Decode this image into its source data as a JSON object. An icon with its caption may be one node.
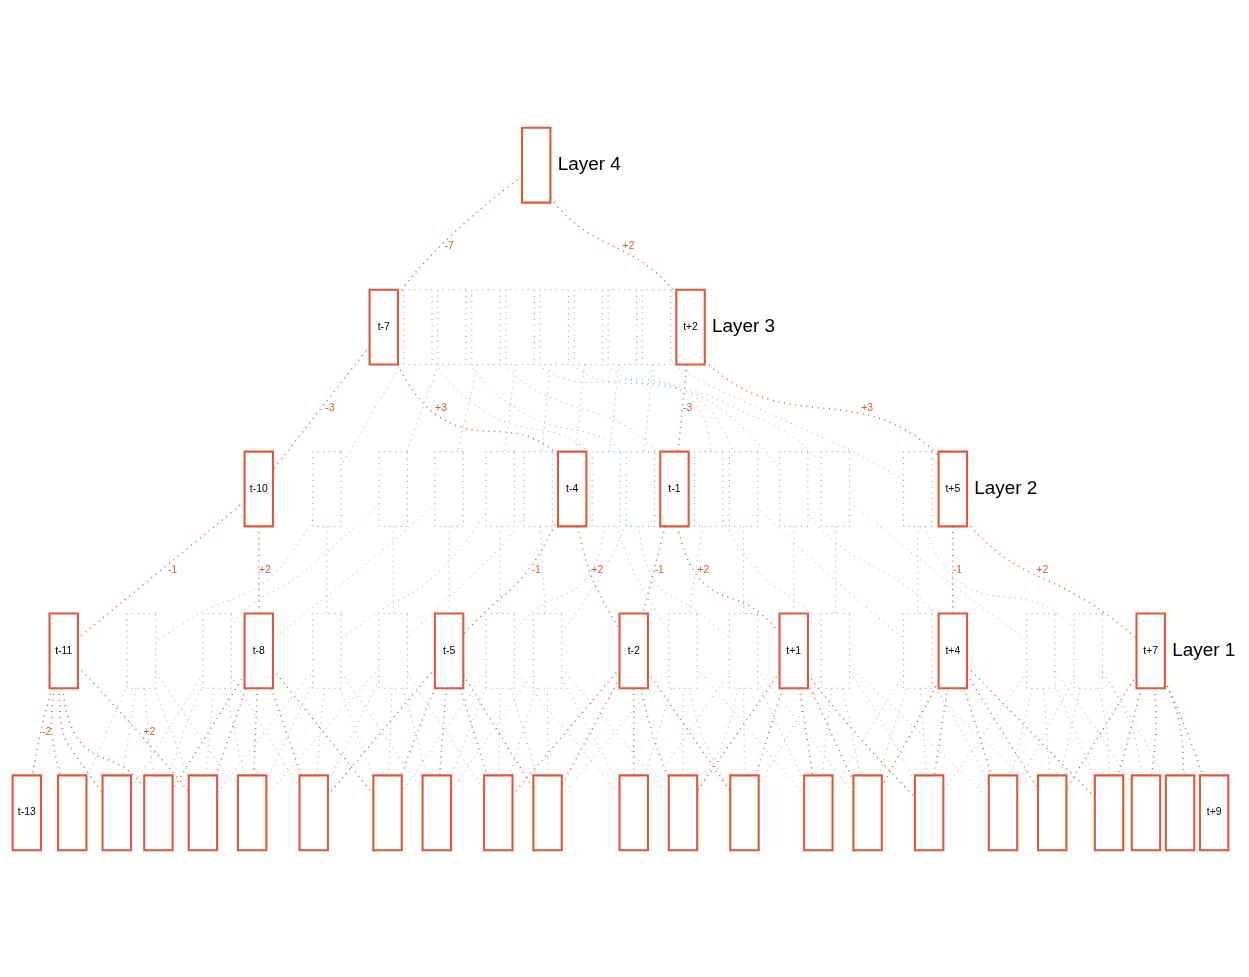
{
  "diagram": {
    "nodes": [
      {
        "text": [],
        "shape": "box"
      },
      {
        "text": [
          "t-7"
        ]
      },
      {
        "text": [],
        "shape": "box"
      },
      {
        "text": [],
        "shape": "box"
      },
      {
        "text": [],
        "shape": "box"
      },
      {
        "text": [],
        "shape": "box"
      },
      {
        "text": [],
        "shape": "box"
      },
      {
        "text": [],
        "shape": "box"
      },
      {
        "text": [],
        "shape": "box"
      },
      {
        "text": [],
        "shape": "box"
      },
      {
        "text": [
          "t+2"
        ]
      },
      {
        "text": [
          "t-10"
        ]
      },
      {
        "text": [],
        "shape": "box"
      },
      {
        "text": [],
        "shape": "box"
      },
      {
        "text": [],
        "shape": "box"
      },
      {
        "text": [],
        "shape": "box"
      },
      {
        "text": [],
        "shape": "box"
      },
      {
        "text": [
          "t-4"
        ]
      },
      {
        "text": [],
        "shape": "box"
      },
      {
        "text": [],
        "shape": "box"
      },
      {
        "text": [
          "t-1"
        ]
      },
      {
        "text": [],
        "shape": "box"
      },
      {
        "text": [],
        "shape": "box"
      },
      {
        "text": [],
        "shape": "box"
      },
      {
        "text": [],
        "shape": "box"
      },
      {
        "text": [],
        "shape": "box"
      },
      {
        "text": [
          "t+5"
        ]
      },
      {
        "text": [
          "t-11"
        ]
      },
      {
        "text": [],
        "shape": "box"
      },
      {
        "text": [],
        "shape": "box"
      },
      {
        "text": [
          "t-8"
        ]
      },
      {
        "text": [],
        "shape": "box"
      },
      {
        "text": [],
        "shape": "box"
      },
      {
        "text": [
          "t-5"
        ]
      },
      {
        "text": [],
        "shape": "box"
      },
      {
        "text": [],
        "shape": "box"
      },
      {
        "text": [
          "t-2"
        ]
      },
      {
        "text": [],
        "shape": "box"
      },
      {
        "text": [],
        "shape": "box"
      },
      {
        "text": [
          "t+1"
        ]
      },
      {
        "text": [],
        "shape": "box"
      },
      {
        "text": [],
        "shape": "box"
      },
      {
        "text": [
          "t+4"
        ]
      },
      {
        "text": [],
        "shape": "box"
      },
      {
        "text": [],
        "shape": "box"
      },
      {
        "text": [
          "t+7"
        ]
      },
      {
        "text": [
          "t-13"
        ]
      },
      {
        "text": [],
        "shape": "box"
      },
      {
        "text": [],
        "shape": "box"
      },
      {
        "text": [],
        "shape": "box"
      },
      {
        "text": [],
        "shape": "box"
      },
      {
        "text": [],
        "shape": "box"
      },
      {
        "text": [],
        "shape": "box"
      },
      {
        "text": [],
        "shape": "box"
      },
      {
        "text": [],
        "shape": "box"
      },
      {
        "text": [],
        "shape": "box"
      },
      {
        "text": [],
        "shape": "box"
      },
      {
        "text": [],
        "shape": "box"
      },
      {
        "text": [],
        "shape": "box"
      },
      {
        "text": [],
        "shape": "box"
      },
      {
        "text": [],
        "shape": "box"
      },
      {
        "text": [],
        "shape": "box"
      },
      {
        "text": [],
        "shape": "box"
      },
      {
        "text": [],
        "shape": "box"
      },
      {
        "text": [],
        "shape": "box"
      },
      {
        "text": [],
        "shape": "box"
      },
      {
        "text": [],
        "shape": "box"
      },
      {
        "text": [],
        "shape": "box"
      },
      {
        "text": [
          "t+9"
        ]
      }
    ],
    "edges": [
      {
        "from": 0,
        "to": 1,
        "arrow": "none",
        "label": "-7",
        "color": "#e0573a"
      },
      {
        "from": 0,
        "to": 10,
        "arrow": "none",
        "label": "+2",
        "color": "#e0573a"
      },
      {
        "from": 1,
        "to": 11,
        "arrow": "none",
        "label": "-3",
        "color": "#e0573a"
      },
      {
        "from": 1,
        "to": 17,
        "arrow": "none",
        "label": "+3",
        "color": "#e0573a"
      },
      {
        "from": 2,
        "to": 12,
        "arrow": "none"
      },
      {
        "from": 2,
        "to": 18,
        "arrow": "none"
      },
      {
        "from": 3,
        "to": 13,
        "arrow": "none"
      },
      {
        "from": 3,
        "to": 19,
        "arrow": "none"
      },
      {
        "from": 4,
        "to": 14,
        "arrow": "none"
      },
      {
        "from": 4,
        "to": 20,
        "arrow": "none"
      },
      {
        "from": 5,
        "to": 15,
        "arrow": "none"
      },
      {
        "from": 5,
        "to": 21,
        "arrow": "none"
      },
      {
        "from": 6,
        "to": 16,
        "arrow": "none"
      },
      {
        "from": 6,
        "to": 22,
        "arrow": "none"
      },
      {
        "from": 7,
        "to": 17,
        "arrow": "none"
      },
      {
        "from": 7,
        "to": 23,
        "arrow": "none"
      },
      {
        "from": 8,
        "to": 18,
        "arrow": "none"
      },
      {
        "from": 8,
        "to": 24,
        "arrow": "none"
      },
      {
        "from": 9,
        "to": 19,
        "arrow": "none"
      },
      {
        "from": 9,
        "to": 25,
        "arrow": "none"
      },
      {
        "from": 10,
        "to": 20,
        "arrow": "none",
        "label": "-3",
        "color": "#e0573a"
      },
      {
        "from": 10,
        "to": 26,
        "arrow": "none",
        "label": "+3",
        "color": "#e0573a"
      },
      {
        "from": 11,
        "to": 27,
        "arrow": "none",
        "label": "-1",
        "color": "#e0573a"
      },
      {
        "from": 11,
        "to": 30,
        "arrow": "none",
        "label": "+2",
        "color": "#e0573a"
      },
      {
        "from": 12,
        "to": 28,
        "arrow": "none"
      },
      {
        "from": 12,
        "to": 31,
        "arrow": "none"
      },
      {
        "from": 13,
        "to": 29,
        "arrow": "none"
      },
      {
        "from": 13,
        "to": 32,
        "arrow": "none"
      },
      {
        "from": 14,
        "to": 30,
        "arrow": "none"
      },
      {
        "from": 14,
        "to": 33,
        "arrow": "none"
      },
      {
        "from": 15,
        "to": 31,
        "arrow": "none"
      },
      {
        "from": 15,
        "to": 34,
        "arrow": "none"
      },
      {
        "from": 16,
        "to": 32,
        "arrow": "none"
      },
      {
        "from": 16,
        "to": 35,
        "arrow": "none"
      },
      {
        "from": 17,
        "to": 33,
        "arrow": "none",
        "label": "-1",
        "color": "#e0573a"
      },
      {
        "from": 17,
        "to": 36,
        "arrow": "none",
        "label": "+2",
        "color": "#e0573a"
      },
      {
        "from": 18,
        "to": 34,
        "arrow": "none"
      },
      {
        "from": 18,
        "to": 37,
        "arrow": "none"
      },
      {
        "from": 19,
        "to": 35,
        "arrow": "none"
      },
      {
        "from": 19,
        "to": 38,
        "arrow": "none"
      },
      {
        "from": 20,
        "to": 36,
        "arrow": "none",
        "label": "-1",
        "color": "#e0573a"
      },
      {
        "from": 20,
        "to": 39,
        "arrow": "none",
        "label": "+2",
        "color": "#e0573a"
      },
      {
        "from": 21,
        "to": 37,
        "arrow": "none"
      },
      {
        "from": 21,
        "to": 40,
        "arrow": "none"
      },
      {
        "from": 22,
        "to": 38,
        "arrow": "none"
      },
      {
        "from": 22,
        "to": 41,
        "arrow": "none"
      },
      {
        "from": 23,
        "to": 39,
        "arrow": "none"
      },
      {
        "from": 23,
        "to": 42,
        "arrow": "none"
      },
      {
        "from": 24,
        "to": 40,
        "arrow": "none"
      },
      {
        "from": 24,
        "to": 43,
        "arrow": "none"
      },
      {
        "from": 25,
        "to": 41,
        "arrow": "none"
      },
      {
        "from": 25,
        "to": 44,
        "arrow": "none"
      },
      {
        "from": 26,
        "to": 42,
        "arrow": "none",
        "label": "-1",
        "color": "#e0573a"
      },
      {
        "from": 26,
        "to": 45,
        "arrow": "none",
        "label": "+2",
        "color": "#e0573a"
      },
      {
        "from": 27,
        "to": 46,
        "arrow": "none",
        "label": "-2",
        "color": "#e0573a"
      },
      {
        "from": 27,
        "to": 47,
        "arrow": "none",
        "color": "#e0573a"
      },
      {
        "from": 27,
        "to": 48,
        "arrow": "none",
        "color": "#e0573a"
      },
      {
        "from": 27,
        "to": 49,
        "arrow": "none",
        "color": "#e0573a"
      },
      {
        "from": 27,
        "to": 50,
        "arrow": "none",
        "label": "+2",
        "color": "#e0573a"
      },
      {
        "from": 28,
        "to": 47,
        "arrow": "none"
      },
      {
        "from": 28,
        "to": 48,
        "arrow": "none"
      },
      {
        "from": 28,
        "to": 49,
        "arrow": "none"
      },
      {
        "from": 28,
        "to": 50,
        "arrow": "none"
      },
      {
        "from": 28,
        "to": 51,
        "arrow": "none"
      },
      {
        "from": 29,
        "to": 48,
        "arrow": "none"
      },
      {
        "from": 29,
        "to": 49,
        "arrow": "none"
      },
      {
        "from": 29,
        "to": 50,
        "arrow": "none"
      },
      {
        "from": 29,
        "to": 51,
        "arrow": "none"
      },
      {
        "from": 29,
        "to": 52,
        "arrow": "none"
      },
      {
        "from": 30,
        "to": 49,
        "arrow": "none",
        "color": "#e0573a"
      },
      {
        "from": 30,
        "to": 50,
        "arrow": "none",
        "color": "#e0573a"
      },
      {
        "from": 30,
        "to": 51,
        "arrow": "none",
        "color": "#e0573a"
      },
      {
        "from": 30,
        "to": 52,
        "arrow": "none",
        "color": "#e0573a"
      },
      {
        "from": 30,
        "to": 53,
        "arrow": "none",
        "color": "#e0573a"
      },
      {
        "from": 31,
        "to": 50,
        "arrow": "none"
      },
      {
        "from": 31,
        "to": 51,
        "arrow": "none"
      },
      {
        "from": 31,
        "to": 52,
        "arrow": "none"
      },
      {
        "from": 31,
        "to": 53,
        "arrow": "none"
      },
      {
        "from": 31,
        "to": 54,
        "arrow": "none"
      },
      {
        "from": 32,
        "to": 51,
        "arrow": "none"
      },
      {
        "from": 32,
        "to": 52,
        "arrow": "none"
      },
      {
        "from": 32,
        "to": 53,
        "arrow": "none"
      },
      {
        "from": 32,
        "to": 54,
        "arrow": "none"
      },
      {
        "from": 32,
        "to": 55,
        "arrow": "none"
      },
      {
        "from": 33,
        "to": 52,
        "arrow": "none",
        "color": "#e0573a"
      },
      {
        "from": 33,
        "to": 53,
        "arrow": "none",
        "color": "#e0573a"
      },
      {
        "from": 33,
        "to": 54,
        "arrow": "none",
        "color": "#e0573a"
      },
      {
        "from": 33,
        "to": 55,
        "arrow": "none",
        "color": "#e0573a"
      },
      {
        "from": 33,
        "to": 56,
        "arrow": "none",
        "color": "#e0573a"
      },
      {
        "from": 34,
        "to": 53,
        "arrow": "none"
      },
      {
        "from": 34,
        "to": 54,
        "arrow": "none"
      },
      {
        "from": 34,
        "to": 55,
        "arrow": "none"
      },
      {
        "from": 34,
        "to": 56,
        "arrow": "none"
      },
      {
        "from": 34,
        "to": 57,
        "arrow": "none"
      },
      {
        "from": 35,
        "to": 54,
        "arrow": "none"
      },
      {
        "from": 35,
        "to": 55,
        "arrow": "none"
      },
      {
        "from": 35,
        "to": 56,
        "arrow": "none"
      },
      {
        "from": 35,
        "to": 57,
        "arrow": "none"
      },
      {
        "from": 35,
        "to": 58,
        "arrow": "none"
      },
      {
        "from": 36,
        "to": 55,
        "arrow": "none",
        "color": "#e0573a"
      },
      {
        "from": 36,
        "to": 56,
        "arrow": "none",
        "color": "#e0573a"
      },
      {
        "from": 36,
        "to": 57,
        "arrow": "none",
        "color": "#e0573a"
      },
      {
        "from": 36,
        "to": 58,
        "arrow": "none",
        "color": "#e0573a"
      },
      {
        "from": 36,
        "to": 59,
        "arrow": "none",
        "color": "#e0573a"
      },
      {
        "from": 37,
        "to": 56,
        "arrow": "none"
      },
      {
        "from": 37,
        "to": 57,
        "arrow": "none"
      },
      {
        "from": 37,
        "to": 58,
        "arrow": "none"
      },
      {
        "from": 37,
        "to": 59,
        "arrow": "none"
      },
      {
        "from": 37,
        "to": 60,
        "arrow": "none"
      },
      {
        "from": 38,
        "to": 57,
        "arrow": "none"
      },
      {
        "from": 38,
        "to": 58,
        "arrow": "none"
      },
      {
        "from": 38,
        "to": 59,
        "arrow": "none"
      },
      {
        "from": 38,
        "to": 60,
        "arrow": "none"
      },
      {
        "from": 38,
        "to": 61,
        "arrow": "none"
      },
      {
        "from": 39,
        "to": 58,
        "arrow": "none",
        "color": "#e0573a"
      },
      {
        "from": 39,
        "to": 59,
        "arrow": "none",
        "color": "#e0573a"
      },
      {
        "from": 39,
        "to": 60,
        "arrow": "none",
        "color": "#e0573a"
      },
      {
        "from": 39,
        "to": 61,
        "arrow": "none",
        "color": "#e0573a"
      },
      {
        "from": 39,
        "to": 62,
        "arrow": "none",
        "color": "#e0573a"
      },
      {
        "from": 40,
        "to": 59,
        "arrow": "none"
      },
      {
        "from": 40,
        "to": 60,
        "arrow": "none"
      },
      {
        "from": 40,
        "to": 61,
        "arrow": "none"
      },
      {
        "from": 40,
        "to": 62,
        "arrow": "none"
      },
      {
        "from": 40,
        "to": 63,
        "arrow": "none"
      },
      {
        "from": 41,
        "to": 60,
        "arrow": "none"
      },
      {
        "from": 41,
        "to": 61,
        "arrow": "none"
      },
      {
        "from": 41,
        "to": 62,
        "arrow": "none"
      },
      {
        "from": 41,
        "to": 63,
        "arrow": "none"
      },
      {
        "from": 41,
        "to": 64,
        "arrow": "none"
      },
      {
        "from": 42,
        "to": 61,
        "arrow": "none",
        "color": "#e0573a"
      },
      {
        "from": 42,
        "to": 62,
        "arrow": "none",
        "color": "#e0573a"
      },
      {
        "from": 42,
        "to": 63,
        "arrow": "none",
        "color": "#e0573a"
      },
      {
        "from": 42,
        "to": 64,
        "arrow": "none",
        "color": "#e0573a"
      },
      {
        "from": 42,
        "to": 65,
        "arrow": "none",
        "color": "#e0573a"
      },
      {
        "from": 43,
        "to": 62,
        "arrow": "none"
      },
      {
        "from": 43,
        "to": 63,
        "arrow": "none"
      },
      {
        "from": 43,
        "to": 64,
        "arrow": "none"
      },
      {
        "from": 43,
        "to": 65,
        "arrow": "none"
      },
      {
        "from": 43,
        "to": 66,
        "arrow": "none"
      },
      {
        "from": 44,
        "to": 63,
        "arrow": "none"
      },
      {
        "from": 44,
        "to": 64,
        "arrow": "none"
      },
      {
        "from": 44,
        "to": 65,
        "arrow": "none"
      },
      {
        "from": 44,
        "to": 66,
        "arrow": "none"
      },
      {
        "from": 44,
        "to": 67,
        "arrow": "none"
      },
      {
        "from": 45,
        "to": 64,
        "arrow": "none",
        "color": "#e0573a"
      },
      {
        "from": 45,
        "to": 65,
        "arrow": "none",
        "color": "#e0573a"
      },
      {
        "from": 45,
        "to": 66,
        "arrow": "none",
        "color": "#e0573a"
      },
      {
        "from": 45,
        "to": 67,
        "arrow": "none",
        "color": "#e0573a"
      },
      {
        "from": 45,
        "to": 68,
        "arrow": "none",
        "color": "#e0573a"
      }
    ],
    "labels": [
      "Layer 4",
      "Layer 3",
      "Layer 2",
      "Layer 1"
    ]
  }
}
